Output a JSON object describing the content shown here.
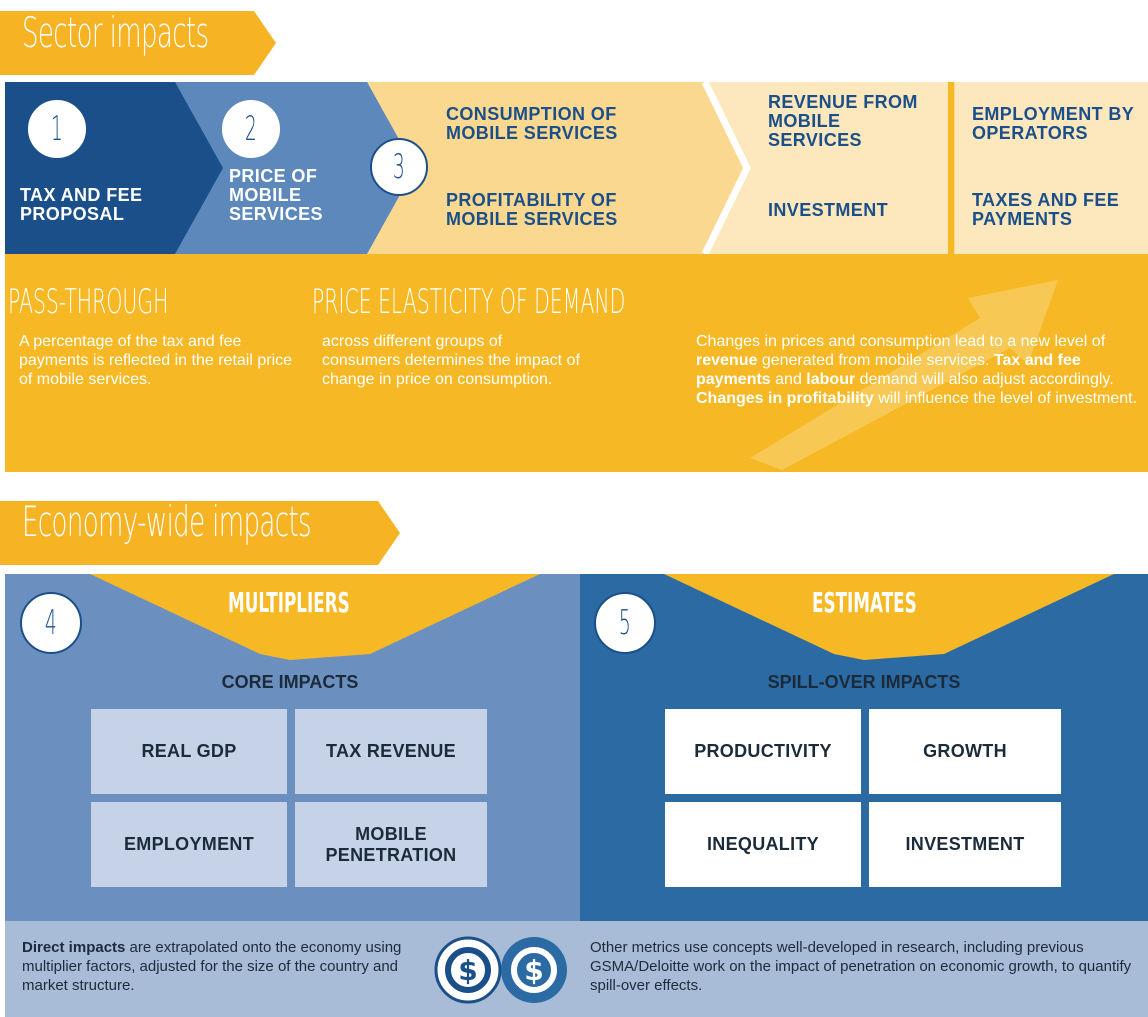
{
  "sector": {
    "banner": "Sector impacts",
    "steps": [
      {
        "number": "1",
        "label": "TAX AND FEE PROPOSAL"
      },
      {
        "number": "2",
        "label": "PRICE OF MOBILE SERVICES"
      },
      {
        "number": "3",
        "label": ""
      }
    ],
    "consumption": "CONSUMPTION OF MOBILE SERVICES",
    "profitability": "PROFITABILITY OF MOBILE SERVICES",
    "revenue": "REVENUE FROM MOBILE SERVICES",
    "investment": "INVESTMENT",
    "employment": "EMPLOYMENT BY OPERATORS",
    "taxes": "TAXES AND FEE PAYMENTS",
    "pass_through_title": "PASS-THROUGH",
    "pass_through_text": "A percentage of the tax and fee payments is reflected in the retail price of mobile services.",
    "elasticity_title": "PRICE ELASTICITY OF DEMAND",
    "elasticity_text": "across different groups of consumers determines the impact of change in price on consumption.",
    "changes": {
      "p1": "Changes in prices and consumption lead to a new level of ",
      "b1": "revenue",
      "p2": " generated from mobile services. ",
      "b2": "Tax and fee payments",
      "p3": " and ",
      "b3": "labour",
      "p4": " demand will also adjust accordingly. ",
      "b4": "Changes in profitability",
      "p5": " will influence the level of investment."
    }
  },
  "economy": {
    "banner": "Economy-wide impacts",
    "left": {
      "number": "4",
      "header": "MULTIPLIERS",
      "subtitle": "CORE IMPACTS",
      "tiles": [
        "REAL GDP",
        "TAX REVENUE",
        "EMPLOYMENT",
        "MOBILE PENETRATION"
      ]
    },
    "right": {
      "number": "5",
      "header": "ESTIMATES",
      "subtitle": "SPILL-OVER IMPACTS",
      "tiles": [
        "PRODUCTIVITY",
        "GROWTH",
        "INEQUALITY",
        "INVESTMENT"
      ]
    },
    "bottom_left": {
      "bold": "Direct impacts",
      "text": " are extrapolated onto the economy using multiplier factors, adjusted for the size of the country and market structure."
    },
    "bottom_right": "Other metrics use concepts well-developed in research, including previous GSMA/Deloitte work on the impact of penetration on economic growth, to quantify spill-over effects.",
    "icons": [
      "dollar-icon",
      "dollar-icon"
    ]
  },
  "colors": {
    "banner": "#f6b324",
    "dark_blue": "#1b4f8a",
    "mid_blue": "#2b6aa3",
    "light_blue": "#5c88bb",
    "steel": "#6b90c0",
    "pale_blue": "#a8bcd8",
    "tile_blue": "#c6d2e8",
    "gold": "#f6b925",
    "pale_yellow": "#fbd88f",
    "cream": "#fde7bd"
  }
}
